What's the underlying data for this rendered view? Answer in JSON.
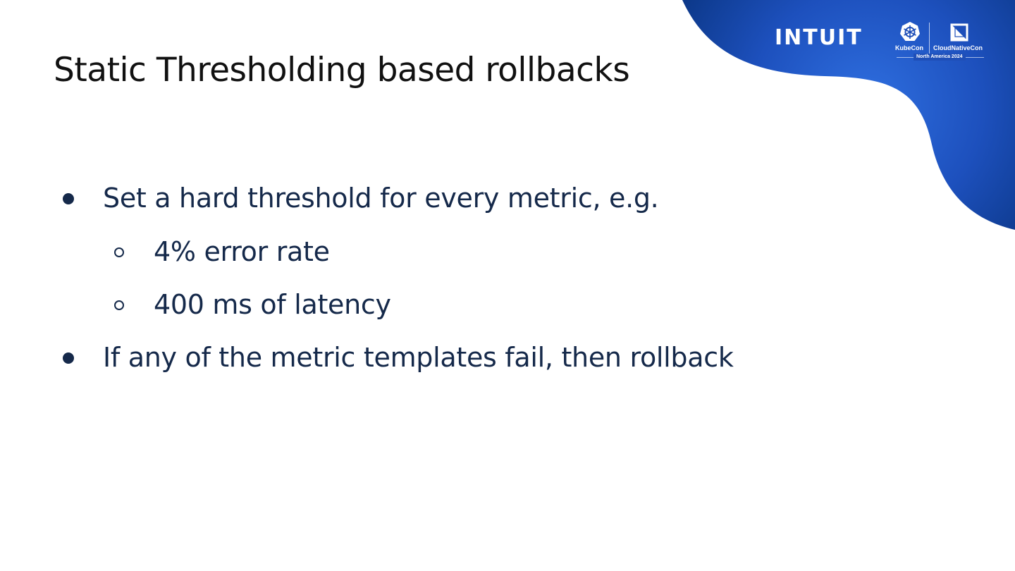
{
  "slide": {
    "title": "Static Thresholding based rollbacks",
    "bullets": [
      {
        "level": 1,
        "text": "Set a hard threshold for every metric, e.g."
      },
      {
        "level": 2,
        "text": "4% error rate"
      },
      {
        "level": 2,
        "text": "400 ms of latency"
      },
      {
        "level": 1,
        "text": "If any of the metric templates fail, then rollback"
      }
    ]
  },
  "branding": {
    "company_logo": "INTUIT",
    "conference": {
      "left_name": "KubeCon",
      "right_name": "CloudNativeCon",
      "edition": "North America 2024",
      "left_icon": "kubernetes-helm-icon",
      "right_icon": "cncf-icon"
    }
  },
  "colors": {
    "text_dark": "#15294a",
    "title": "#111111",
    "accent_blue": "#1f4fb8",
    "accent_blue_dark": "#0d3a8c",
    "background": "#ffffff"
  }
}
